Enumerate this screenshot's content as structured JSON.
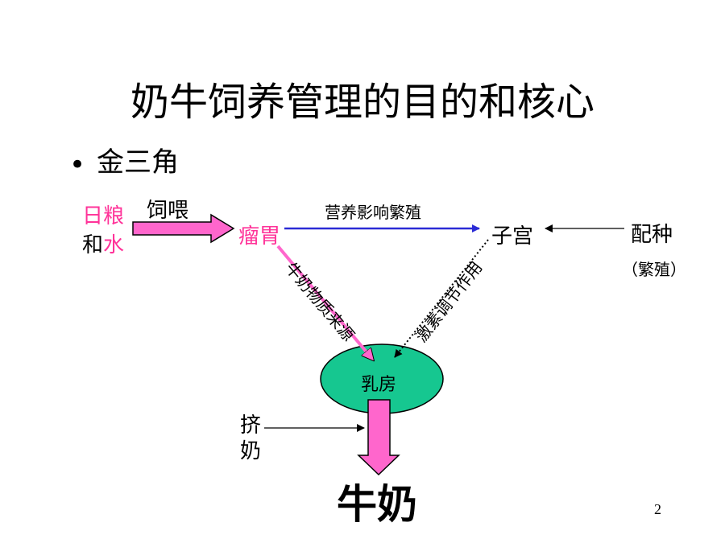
{
  "title": "奶牛饲养管理的目的和核心",
  "bullet": "金三角",
  "feed": {
    "line1": "日粮",
    "line2_and": "和",
    "line2_water": "水"
  },
  "feeding_label": "饲喂",
  "rumen": "瘤胃",
  "nutrition_label": "营养影响繁殖",
  "uterus": "子宫",
  "breeding": {
    "label": "配种",
    "note": "（繁殖）"
  },
  "milk_source_label": "牛奶物质来源",
  "hormone_label": "激素调节作用",
  "udder": "乳房",
  "milking": {
    "char1": "挤",
    "char2": "奶"
  },
  "milk": "牛奶",
  "page_number": "2",
  "colors": {
    "pink": "#ff3399",
    "arrow_pink": "#ff66cc",
    "blue": "#2b2bd6",
    "udder_fill": "#16c790"
  }
}
